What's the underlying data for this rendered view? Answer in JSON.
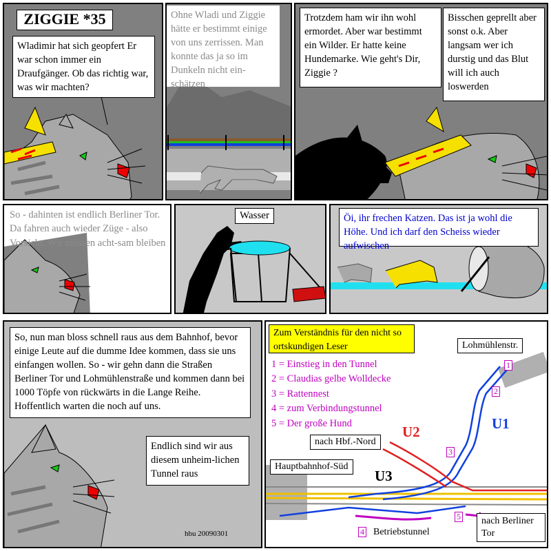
{
  "p1": {
    "title": "ZIGGIE *35",
    "bubble": "Wladimir hat sich geopfert Er war schon immer ein Draufgänger. Ob das richtig war, was wir machten?"
  },
  "p2": {
    "bubble": "Ohne Wladi und Ziggie hätte er bestimmt einige von uns zerrissen. Man konnte das ja so im Dunkeln nicht ein-schätzen"
  },
  "p3": {
    "bubble_left": "Trotzdem ham wir ihn wohl ermordet. Aber war bestimmt ein Wilder. Er hatte keine Hundemarke. Wie geht's Dir, Ziggie ?",
    "bubble_right": "Bisschen geprellt aber sonst o.k. Aber langsam wer ich durstig und das Blut will ich auch loswerden"
  },
  "p4": {
    "text": "So - dahinten ist endlich Berliner Tor. Da fahren auch wieder Züge - also Vorsicht. Wir müssen acht-sam bleiben"
  },
  "p5": {
    "label": "Wasser"
  },
  "p6": {
    "bubble": "Öi, ihr frechen Katzen. Das ist ja wohl die Höhe. Und ich darf den Scheiss wieder aufwischen"
  },
  "p7": {
    "bubble_top": "So, nun man bloss schnell raus aus dem Bahnhof, bevor einige Leute auf die dumme Idee kommen, dass sie uns einfangen wollen. So - wir gehn dann die Straßen Berliner Tor und Lohmühlenstraße und kommen dann bei 1000 Töpfe von rückwärts in die Lange Reihe. Hoffentlich warten die noch auf uns.",
    "bubble_small": "Endlich sind wir aus diesem unheim-lichen Tunnel raus",
    "signature": "hbu 20090301"
  },
  "map": {
    "header": "Zum Verständnis für den nicht so ortskundigen Leser",
    "legend": [
      "1 = Einstieg in den Tunnel",
      "2 = Claudias gelbe Wolldecke",
      "3 = Rattennest",
      "4 = zum Verbindungstunnel",
      "5 = Der große Hund"
    ],
    "lohmuehlen": "Lohmühlenstr.",
    "hbf_nord": "nach Hbf.-Nord",
    "hbf_sued": "Hauptbahnhof-Süd",
    "u1": "U1",
    "u2": "U2",
    "u3": "U3",
    "betrieb": "Betriebstunnel",
    "berliner_tor": "nach Berliner Tor",
    "n1": "1",
    "n2": "2",
    "n3": "3",
    "n4": "4",
    "n5": "5"
  },
  "colors": {
    "u1": "#1040e0",
    "u2": "#e02020",
    "u3": "#f0c000",
    "marker": "#c000c0",
    "panel_gray": "#808080",
    "cat_gray": "#a8a8a8",
    "collar_yellow": "#f5e000",
    "water": "#20e0f0"
  }
}
